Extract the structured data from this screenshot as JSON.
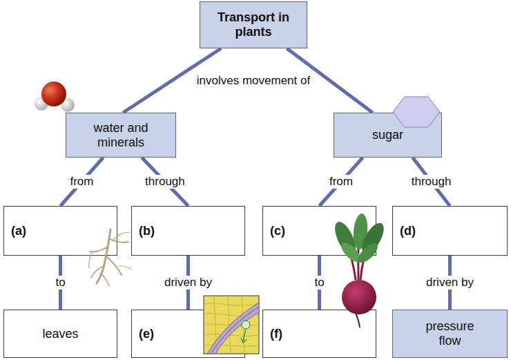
{
  "diagram": {
    "nodes": [
      {
        "text": [
          "Transport in plants"
        ]
      },
      {
        "text": [
          "water and minerals"
        ]
      },
      {
        "text": [
          "sugar"
        ]
      },
      {
        "text": [
          "(a)"
        ]
      },
      {
        "text": [
          "(b)"
        ]
      },
      {
        "text": [
          "(c)"
        ]
      },
      {
        "text": [
          "(d)"
        ]
      },
      {
        "text": [
          "leaves"
        ]
      },
      {
        "text": [
          "(e)"
        ]
      },
      {
        "text": [
          "(f)"
        ]
      },
      {
        "text": [
          "pressure flow"
        ]
      }
    ],
    "edges": [
      {
        "from": 0,
        "to": 1,
        "arrow": "none",
        "label": "involves movement of"
      },
      {
        "from": 0,
        "to": 2,
        "arrow": "none"
      },
      {
        "from": 1,
        "to": 3,
        "arrow": "none",
        "label": "from"
      },
      {
        "from": 1,
        "to": 4,
        "arrow": "none",
        "label": "through"
      },
      {
        "from": 2,
        "to": 5,
        "arrow": "none",
        "label": "from"
      },
      {
        "from": 2,
        "to": 6,
        "arrow": "none",
        "label": "through"
      },
      {
        "from": 3,
        "to": 7,
        "arrow": "none",
        "label": "to"
      },
      {
        "from": 4,
        "to": 8,
        "arrow": "none",
        "label": "driven by"
      },
      {
        "from": 5,
        "to": 9,
        "arrow": "none",
        "label": "to"
      },
      {
        "from": 6,
        "to": 10,
        "arrow": "none",
        "label": "driven by"
      }
    ]
  }
}
